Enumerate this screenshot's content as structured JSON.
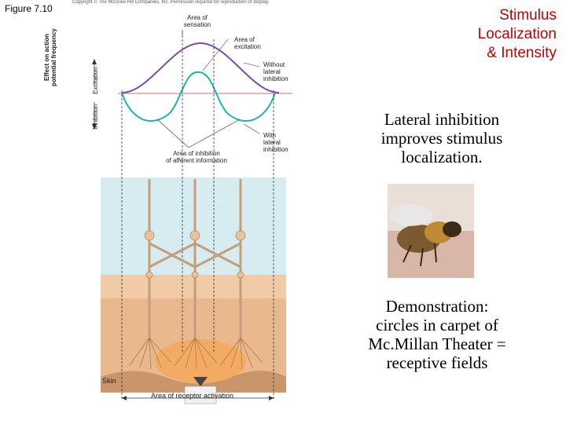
{
  "figure_label": "Figure 7.10",
  "copyright": "Copyright © The McGraw-Hill Companies, Inc. Permission required for reproduction or display.",
  "title_lines": [
    "Stimulus",
    "Localization",
    "& Intensity"
  ],
  "note1_lines": [
    "Lateral inhibition",
    "improves stimulus",
    "localization."
  ],
  "note2_lines": [
    "Demonstration:",
    "circles in carpet of",
    "Mc.Millan Theater =",
    "receptive fields"
  ],
  "diagram": {
    "area_of_sensation": [
      "Area of",
      "sensation"
    ],
    "area_of_excitation": [
      "Area of",
      "excitation"
    ],
    "without_lateral_inhibition": [
      "Without",
      "lateral",
      "inhibition"
    ],
    "with_lateral_inhibition": [
      "With",
      "lateral",
      "inhibition"
    ],
    "area_of_inhibition": [
      "Area of inhibition",
      "of afferent information"
    ],
    "y_axis_title": [
      "Effect on action",
      "potential frequency"
    ],
    "excitation": "Excitation",
    "inhibition": "Inhibition",
    "skin": "Skin",
    "area_of_receptor_activation": "Area of receptor activation"
  },
  "colors": {
    "title": "#c00000",
    "curve_without": "#7a4fa0",
    "curve_with": "#1fb3b0",
    "baseline": "#c77070",
    "sky": "#d6ecf1",
    "skin": "#e9b88e",
    "neuron": "#e6c3a0"
  },
  "bee_image": "bee-on-skin-photo"
}
